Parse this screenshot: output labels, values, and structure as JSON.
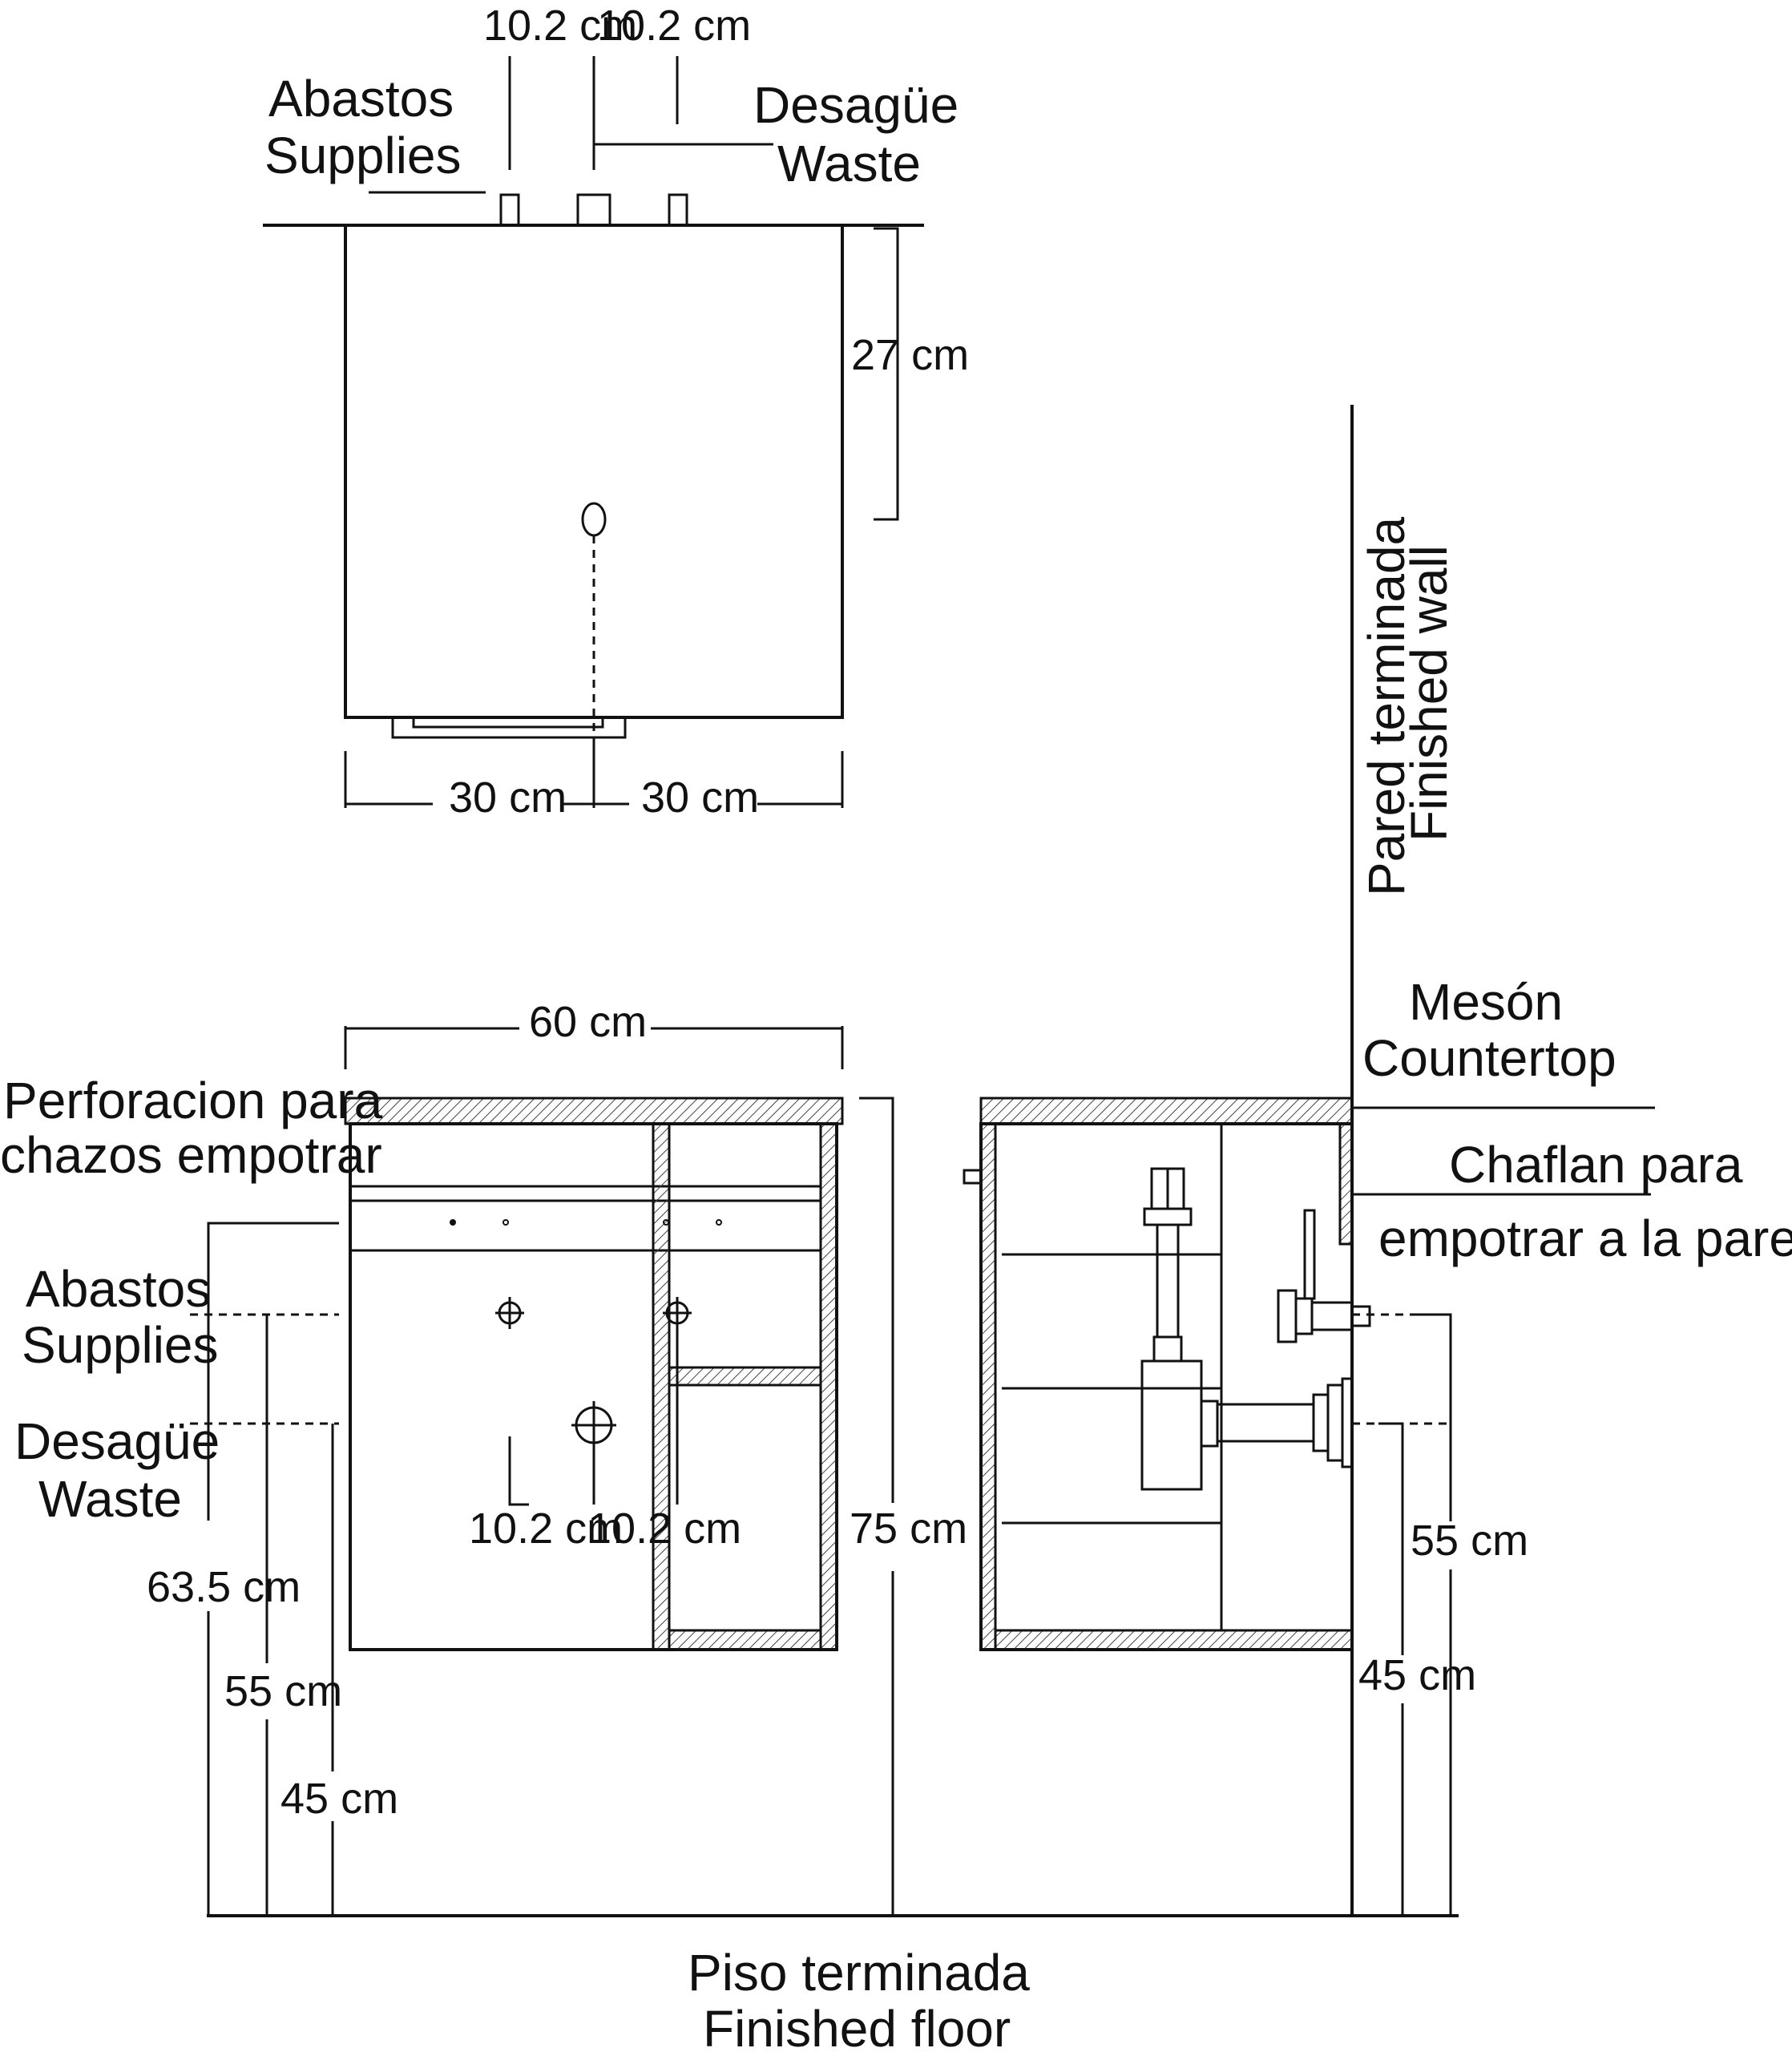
{
  "top_view": {
    "dim_supply_left": "10.2 cm",
    "dim_supply_right": "10.2 cm",
    "supplies_es": "Abastos",
    "supplies_en": "Supplies",
    "waste_es": "Desagüe",
    "waste_en": "Waste",
    "dim_depth": "27 cm",
    "dim_half_left": "30 cm",
    "dim_half_right": "30 cm"
  },
  "front_view": {
    "dim_width": "60 cm",
    "perforation_line1": "Perforacion para",
    "perforation_line2": "chazos empotrar",
    "supplies_es": "Abastos",
    "supplies_en": "Supplies",
    "waste_es": "Desagüe",
    "waste_en": "Waste",
    "dim_spacing_left": "10.2 cm",
    "dim_spacing_right": "10.2 cm",
    "dim_total_height": "75 cm",
    "dim_635": "63.5 cm",
    "dim_55": "55 cm",
    "dim_45": "45 cm"
  },
  "side_view": {
    "wall_es": "Pared terminada",
    "wall_en": "Finished wall",
    "countertop_es": "Mesón",
    "countertop_en": "Countertop",
    "chamfer_line1": "Chaflan para",
    "chamfer_line2": "empotrar a la pared",
    "dim_55": "55 cm",
    "dim_45": "45 cm"
  },
  "floor": {
    "es": "Piso terminada",
    "en": "Finished floor"
  }
}
